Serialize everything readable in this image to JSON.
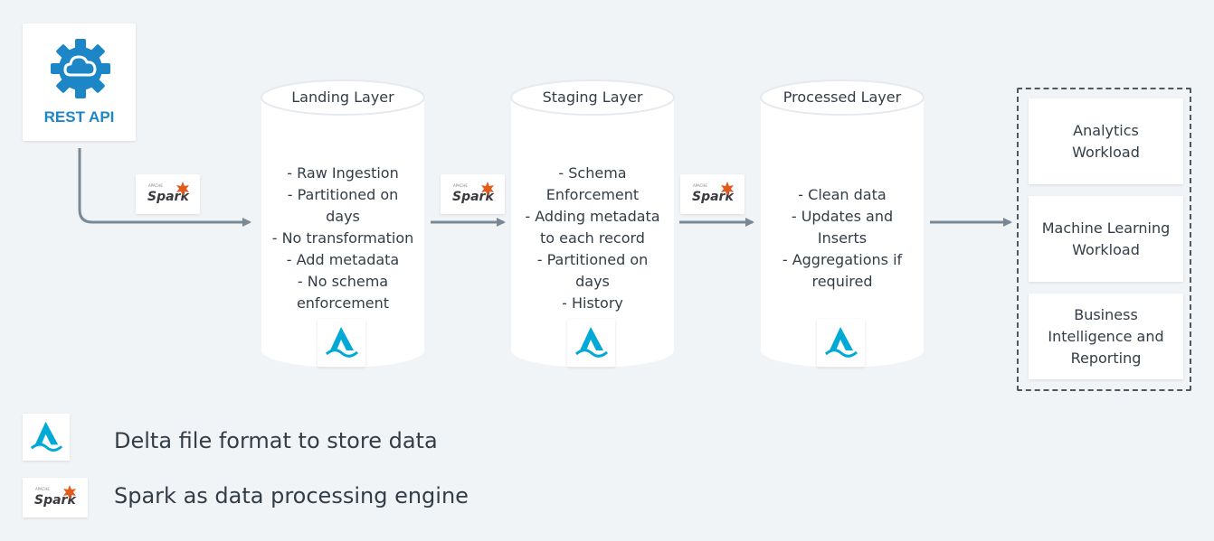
{
  "source": {
    "label": "REST API",
    "icon": "cloud-gear-icon",
    "color": "#1d86c7"
  },
  "spark": {
    "icon": "apache-spark-logo-icon",
    "wordmark": "Spark",
    "accent": "#e25a1c"
  },
  "delta": {
    "icon": "delta-lake-logo-icon",
    "color": "#00a9d6"
  },
  "layers": [
    {
      "title": "Landing Layer",
      "lines": [
        "- Raw Ingestion",
        "- Partitioned on",
        "days",
        "- No transformation",
        "- Add metadata",
        "- No schema",
        "enforcement"
      ]
    },
    {
      "title": "Staging Layer",
      "lines": [
        "- Schema",
        "Enforcement",
        "- Adding metadata",
        "to each record",
        "- Partitioned on",
        "days",
        "- History"
      ]
    },
    {
      "title": "Processed Layer",
      "lines": [
        "- Clean data",
        "- Updates and",
        "Inserts",
        "- Aggregations if",
        "required"
      ]
    }
  ],
  "workloads": [
    {
      "lines": [
        "Analytics",
        "Workload"
      ]
    },
    {
      "lines": [
        "Machine Learning",
        "Workload"
      ]
    },
    {
      "lines": [
        "Business",
        "Intelligence and",
        "Reporting"
      ]
    }
  ],
  "legend": {
    "delta_text": "Delta file format to store data",
    "spark_text": "Spark as data processing engine"
  },
  "colors": {
    "background": "#f1f4f7",
    "arrow": "#7a8795",
    "text": "#333d47"
  }
}
